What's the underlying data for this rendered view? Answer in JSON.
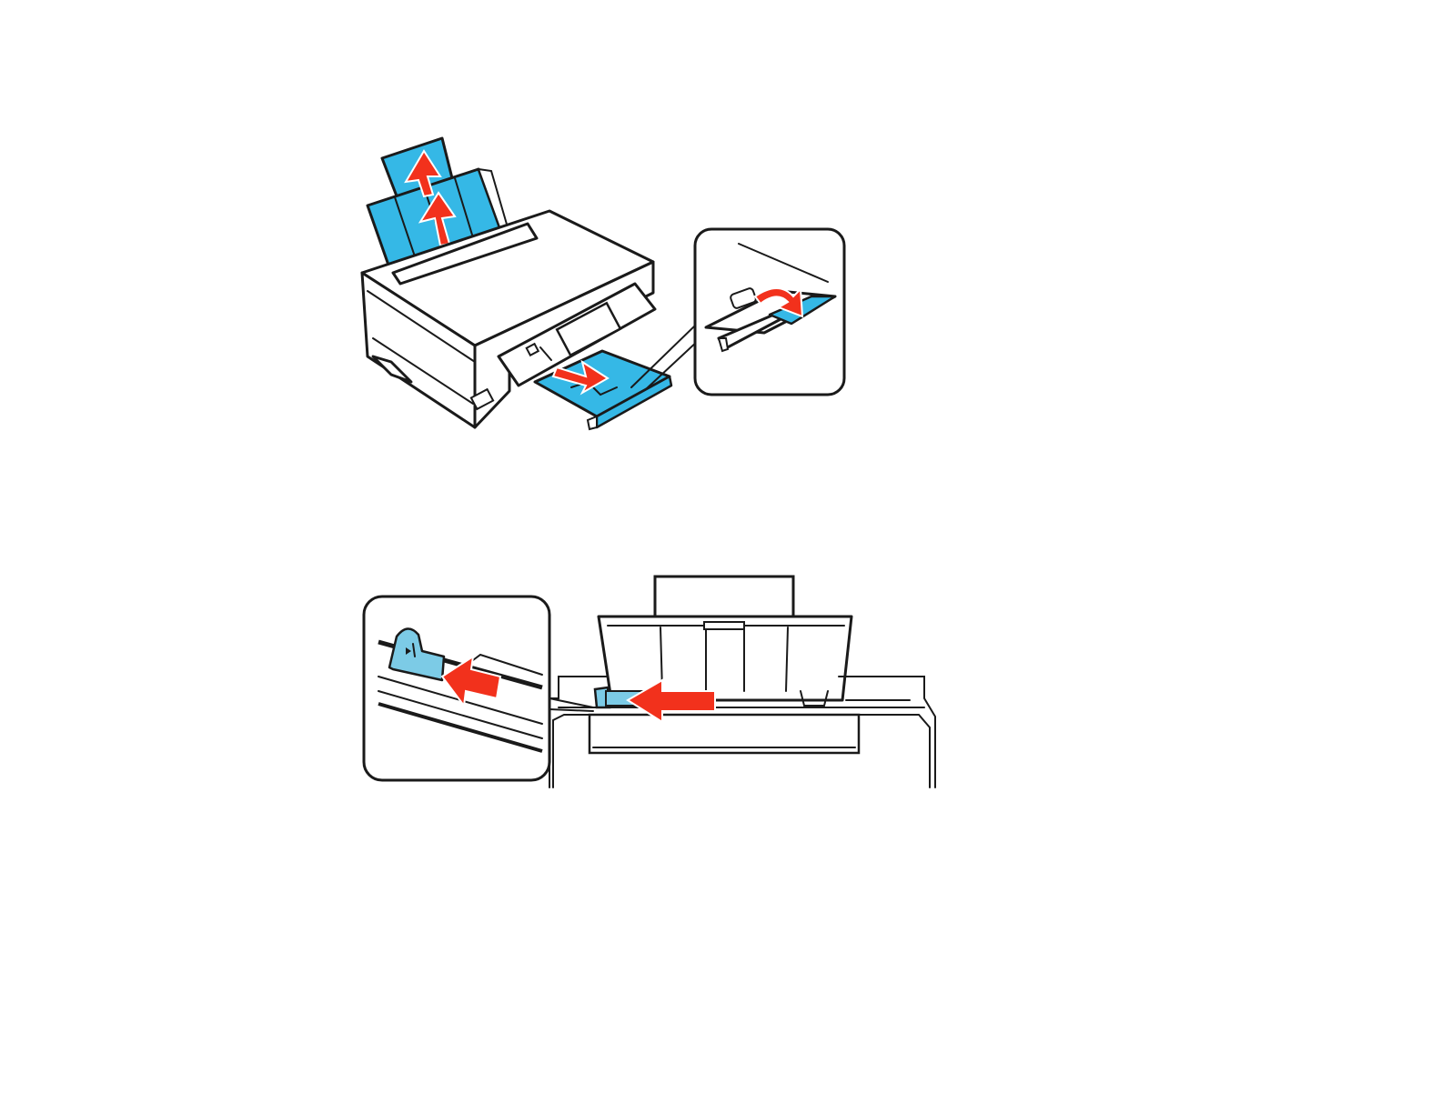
{
  "colors": {
    "paper_blue": "#35b8e6",
    "guide_blue": "#7ccbe6",
    "arrow_red": "#f2311c",
    "outline": "#1a1a1a",
    "background": "#ffffff"
  },
  "figures": [
    {
      "id": "figure-1",
      "elements": [
        "printer-body",
        "paper-support",
        "output-tray",
        "inset-stopper-detail"
      ]
    },
    {
      "id": "figure-2",
      "elements": [
        "sheet-feeder",
        "edge-guide",
        "inset-edge-guide-detail"
      ]
    }
  ],
  "icons": [
    "up-arrow-icon",
    "pull-out-arrow-icon",
    "flip-arrow-icon",
    "slide-left-arrow-icon"
  ]
}
